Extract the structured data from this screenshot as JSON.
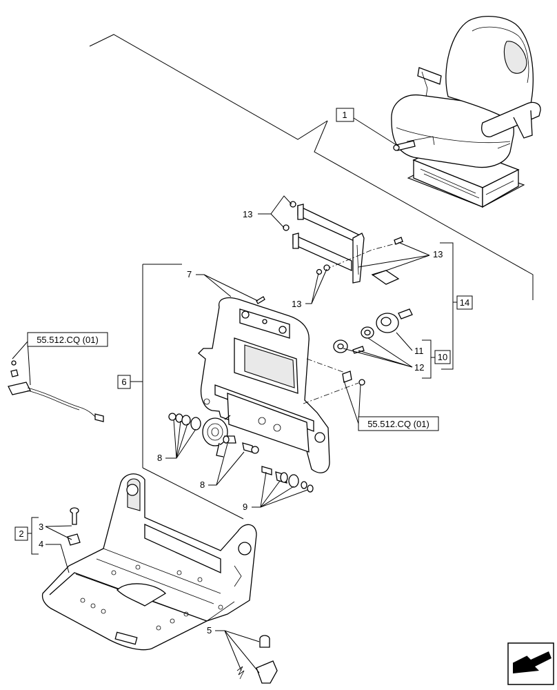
{
  "callouts": {
    "c1": "1",
    "c2": "2",
    "c3": "3",
    "c4": "4",
    "c5": "5",
    "c6": "6",
    "c7": "7",
    "c8a": "8",
    "c8b": "8",
    "c9": "9",
    "c10": "10",
    "c11": "11",
    "c12": "12",
    "c13a": "13",
    "c13b": "13",
    "c13c": "13",
    "c14": "14"
  },
  "references": {
    "ref_left": "55.512.CQ (01)",
    "ref_right": "55.512.CQ (01)"
  },
  "icons": {
    "nav": "arrow-icon"
  }
}
